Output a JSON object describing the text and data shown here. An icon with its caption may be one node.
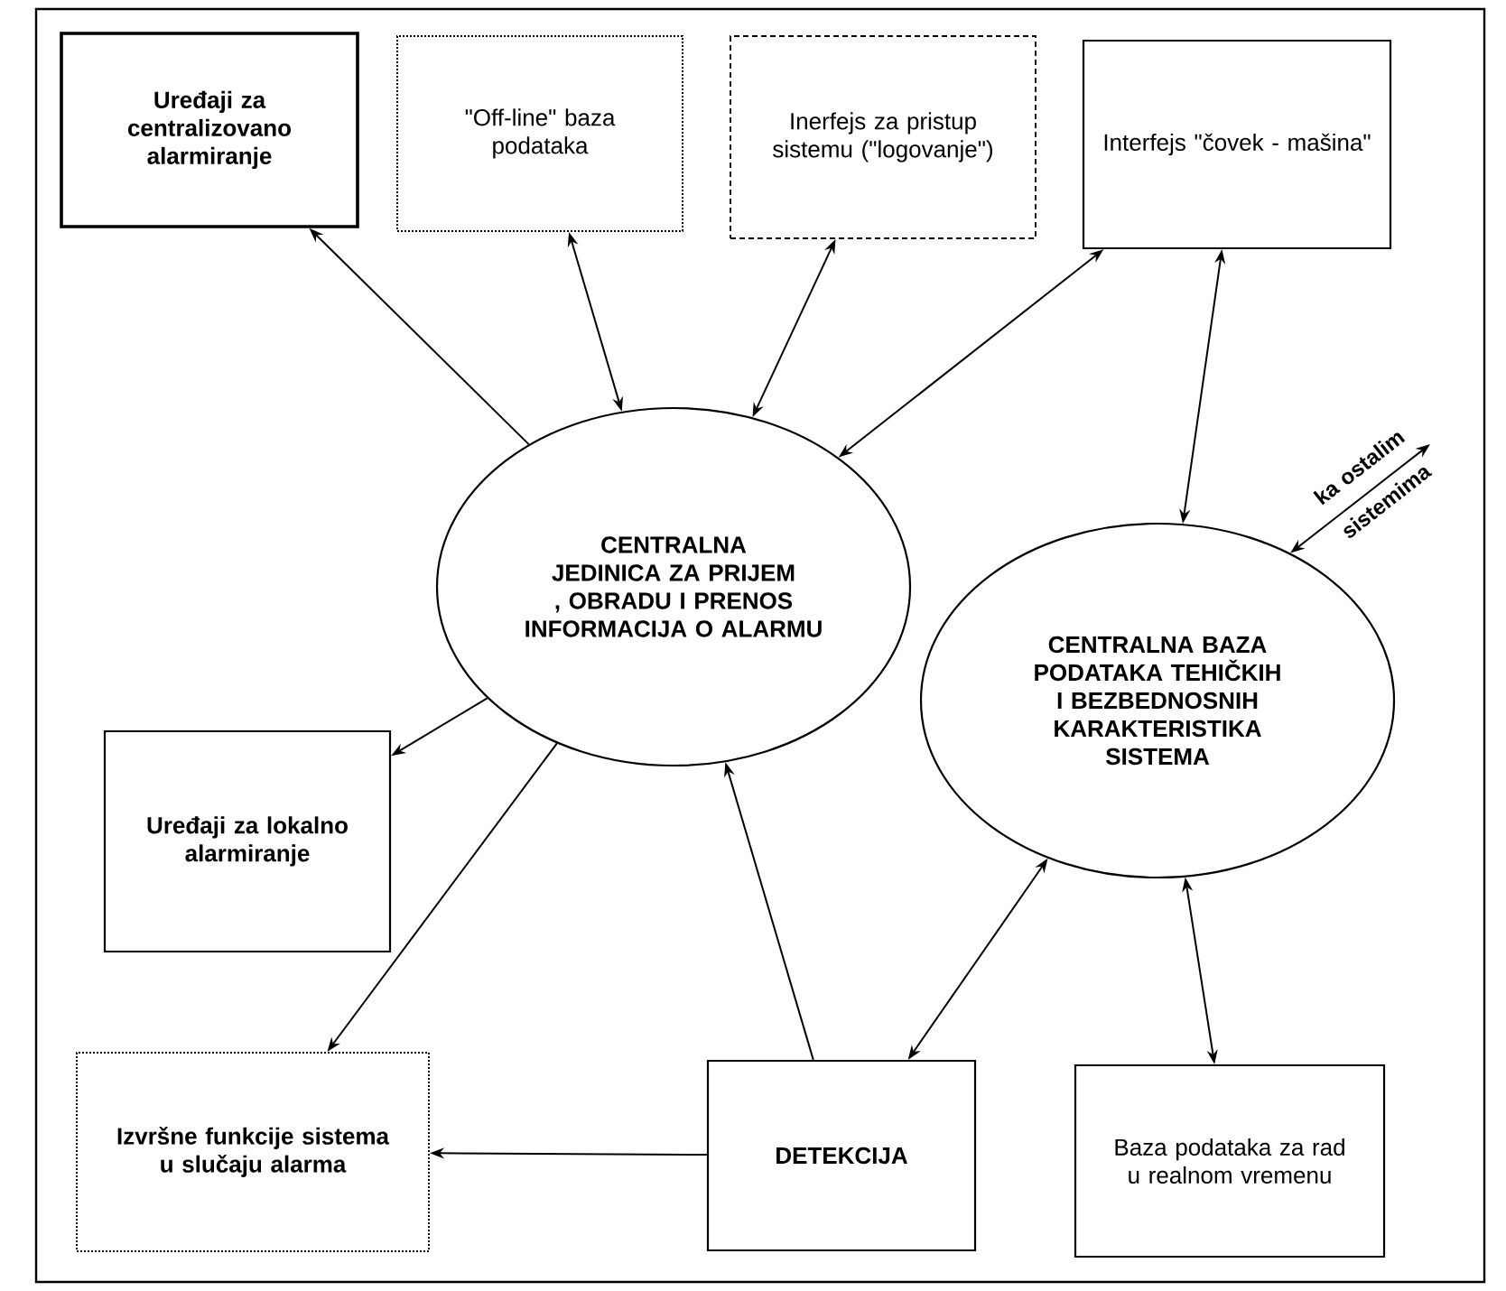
{
  "diagram": {
    "nodes": [
      {
        "text": [
          "Uređaji za centralizovano alarmiranje"
        ]
      },
      {
        "text": [
          "\"Off-line\" baza podataka"
        ]
      },
      {
        "text": [
          "Inerfejs za pristup sistemu (\"logovanje\")"
        ]
      },
      {
        "text": [
          "Interfejs \"čovek - mašina\""
        ]
      },
      {
        "text": [
          "CENTRALNA JEDINICA ZA PRIJEM , OBRADU I PRENOS INFORMACIJA O ALARMU"
        ]
      },
      {
        "text": [
          "CENTRALNA BAZA PODATAKA TEHIČKIH I BEZBEDNOSNIH KARAKTERISTIKA SISTEMA"
        ]
      },
      {
        "text": [
          "Uređaji za lokalno alarmiranje"
        ]
      },
      {
        "text": [
          "Izvršne funkcije sistema u slučaju alarma"
        ]
      },
      {
        "text": [
          "DETEKCIJA"
        ]
      },
      {
        "text": [
          "Baza podataka za rad u realnom vremenu"
        ]
      }
    ],
    "edges": [
      {
        "from": 4,
        "to": 0,
        "arrow": "to"
      },
      {
        "from": 1,
        "to": 4,
        "arrow": "both"
      },
      {
        "from": 2,
        "to": 4,
        "arrow": "both"
      },
      {
        "from": 4,
        "to": 3,
        "arrow": "both"
      },
      {
        "from": 3,
        "to": 5,
        "arrow": "both"
      },
      {
        "from": 4,
        "to": 6,
        "arrow": "to"
      },
      {
        "from": 4,
        "to": 7,
        "arrow": "to"
      },
      {
        "from": 8,
        "to": 4,
        "arrow": "to"
      },
      {
        "from": 8,
        "to": 7,
        "arrow": "to"
      },
      {
        "from": 5,
        "to": 8,
        "arrow": "both"
      },
      {
        "from": 5,
        "to": 9,
        "arrow": "both"
      },
      {
        "from": 5,
        "to": null,
        "arrow": "both",
        "label": "ka ostalim sistemima"
      }
    ]
  }
}
